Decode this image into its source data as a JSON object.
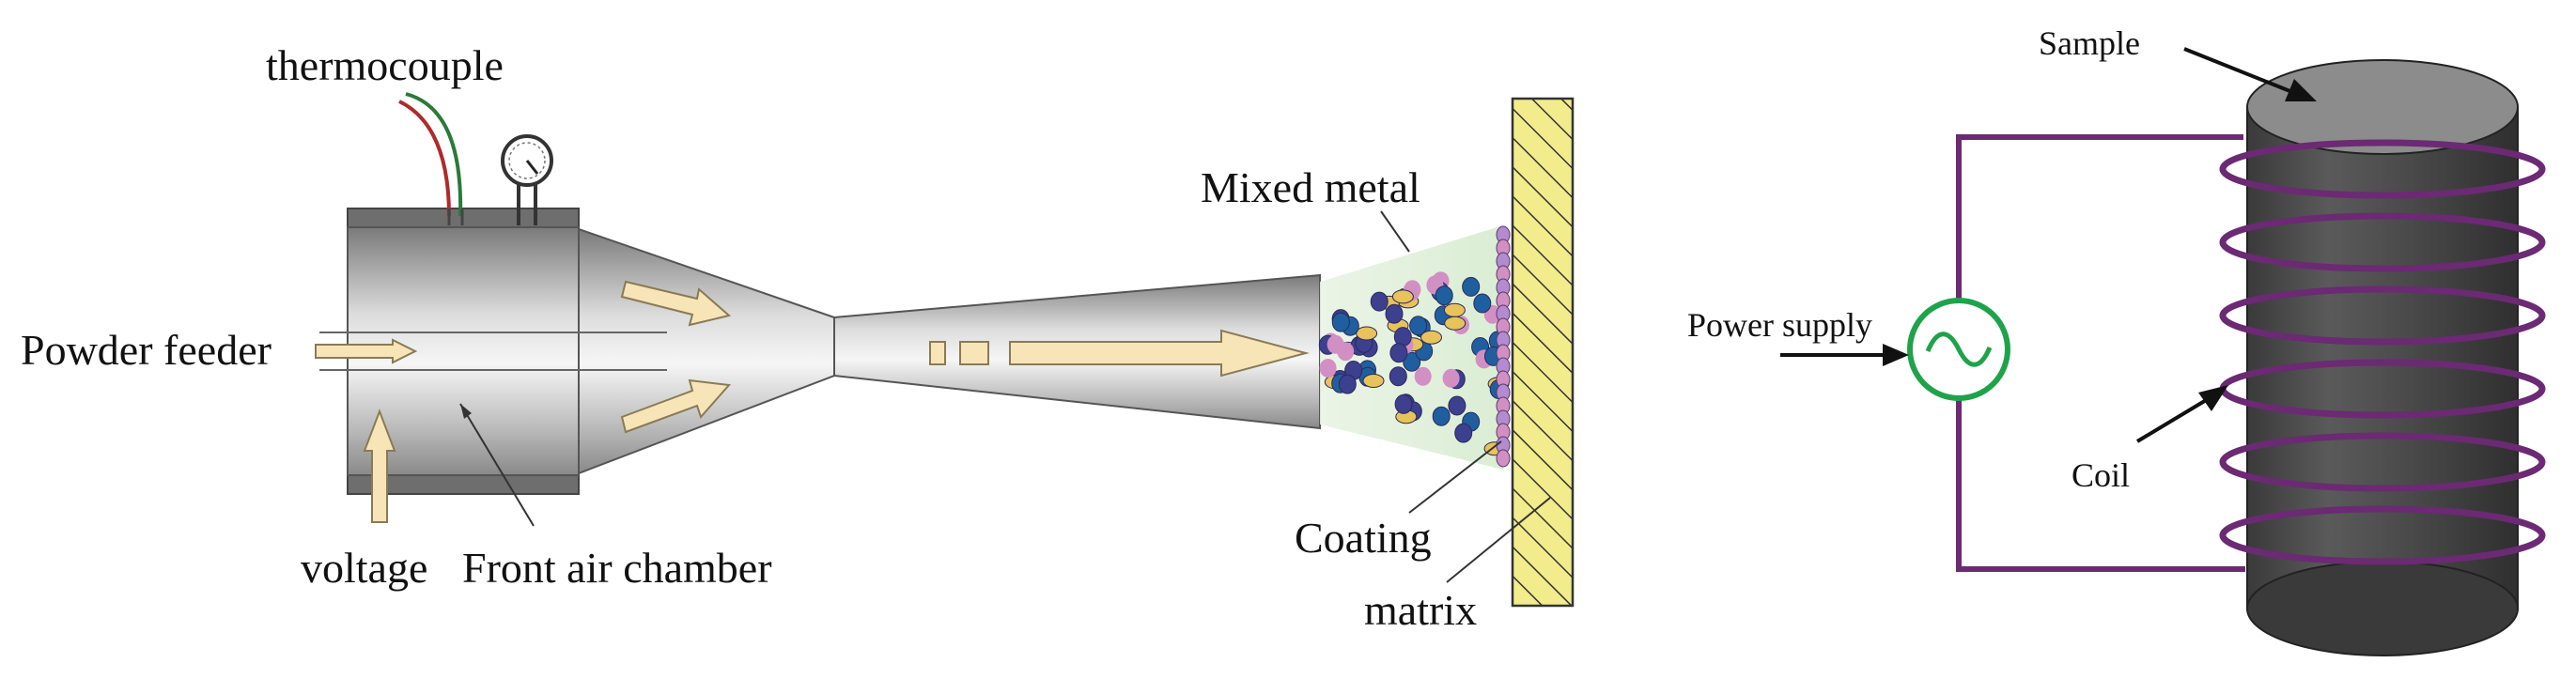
{
  "labels": {
    "thermocouple": "thermocouple",
    "powder_feeder": "Powder feeder",
    "voltage": "voltage",
    "front_air_chamber": "Front air chamber",
    "mixed_metal": "Mixed metal",
    "coating": "Coating",
    "matrix": "matrix",
    "sample": "Sample",
    "power_supply": "Power supply",
    "coil": "Coil"
  },
  "colors": {
    "flow_arrow": "#f7e5b8",
    "coil": "#6b2a73",
    "ac_source": "#1fa34a",
    "substrate": "#f3ec8c",
    "cylinder": "#4a4a4a",
    "particle_blue": "#1f5fa0",
    "particle_pink": "#d28fc4",
    "particle_navy": "#3d3f8f",
    "particle_yellow": "#e8c25a"
  },
  "icons": {
    "pressure_gauge": "gauge-icon",
    "ac_source": "sine-wave-icon"
  }
}
